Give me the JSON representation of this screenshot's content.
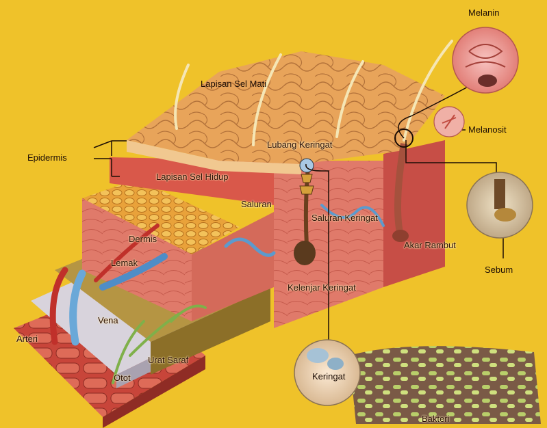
{
  "labels": {
    "melanin": "Melanin",
    "lapisan_sel_mati": "Lapisan Sel Mati",
    "melanosit": "Melanosit",
    "epidermis": "Epidermis",
    "lubang_keringat": "Lubang Keringat",
    "lapisan_sel_hidup": "Lapisan Sel Hidup",
    "saluran": "Saluran",
    "saluran_keringat": "Saluran Keringat",
    "dermis": "Dermis",
    "akar_rambut": "Akar Rambut",
    "lemak": "Lemak",
    "sebum": "Sebum",
    "kelenjar_keringat": "Kelenjar Keringat",
    "vena": "Vena",
    "arteri": "Arteri",
    "urat_saraf": "Urat Saraf",
    "otot": "Otot",
    "keringat": "Keringat",
    "bakteri": "Bakteri"
  },
  "colors": {
    "background": "#efc22a",
    "dead_cell_layer": "#e8a45a",
    "living_cell_layer": "#d9584a",
    "dermis": "#e07a6a",
    "fat": "#e9a23a",
    "muscle": "#c8453a",
    "vein": "#6aa8d8",
    "artery": "#c0302a",
    "nerve": "#7fb04a",
    "bacteria": "#b9cf6a"
  }
}
